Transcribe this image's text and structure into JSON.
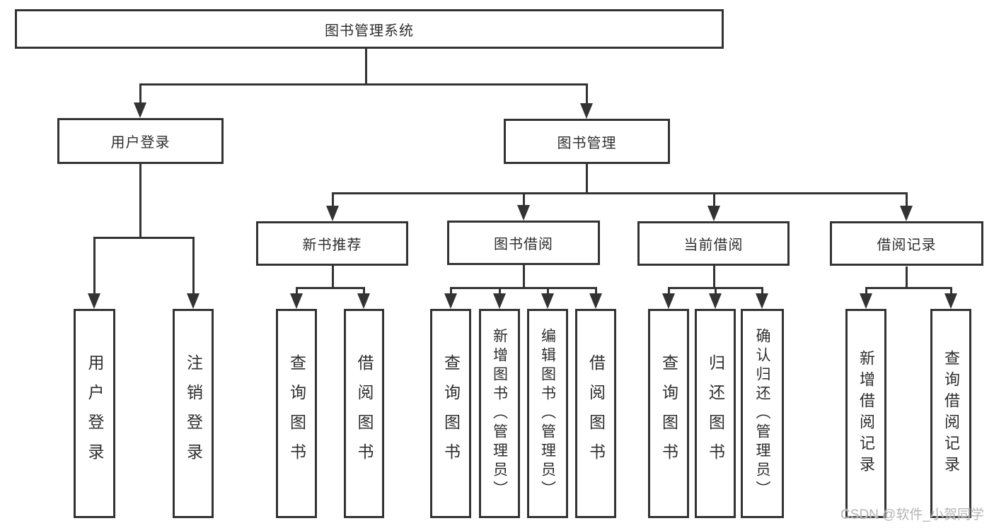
{
  "diagram": {
    "root": {
      "label": "图书管理系统"
    },
    "level2": [
      {
        "label": "用户登录"
      },
      {
        "label": "图书管理"
      }
    ],
    "level3": [
      {
        "label": "新书推荐"
      },
      {
        "label": "图书借阅"
      },
      {
        "label": "当前借阅"
      },
      {
        "label": "借阅记录"
      }
    ],
    "leaves": {
      "user_login": [
        "用户登录",
        "注销登录"
      ],
      "new_book": [
        "查询图书",
        "借阅图书"
      ],
      "book_borrow": [
        "查询图书",
        "新增图书（管理员）",
        "编辑图书（管理员）",
        "借阅图书"
      ],
      "current_borrow": [
        "查询图书",
        "归还图书",
        "确认归还（管理员）"
      ],
      "borrow_record": [
        "新增借阅记录",
        "查询借阅记录"
      ]
    },
    "watermark": "CSDN @软件_小贺同学",
    "colors": {
      "line": "#333333",
      "box_border": "#333333",
      "text": "#2e2e2e",
      "background": "#ffffff",
      "watermark": "#b5b5b5"
    }
  }
}
